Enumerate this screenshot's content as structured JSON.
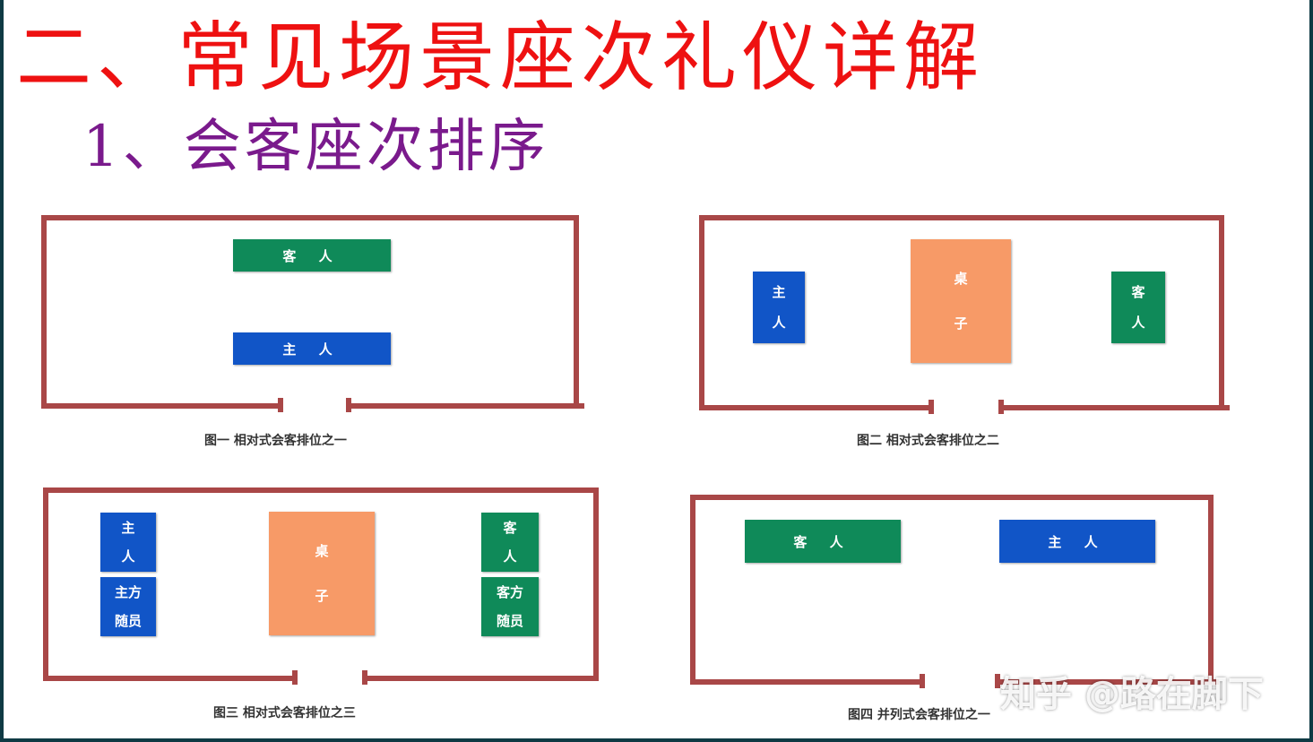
{
  "title": "二、常见场景座次礼仪详解",
  "subtitle": "1、会客座次排序",
  "labels": {
    "guest": "客 人",
    "host": "主 人",
    "table_char_1": "桌",
    "table_char_2": "子",
    "host_char_1": "主",
    "host_char_2": "人",
    "guest_char_1": "客",
    "guest_char_2": "人",
    "host_staff_1": "主方",
    "host_staff_2": "随员",
    "guest_staff_1": "客方",
    "guest_staff_2": "随员"
  },
  "captions": {
    "fig1": "图一  相对式会客排位之一",
    "fig2": "图二  相对式会客排位之二",
    "fig3": "图三  相对式会客排位之三",
    "fig4": "图四  并列式会客排位之一"
  },
  "watermark": "知乎 @路在脚下",
  "colors": {
    "title": "#ee1111",
    "subtitle": "#7a1a8c",
    "wall": "#a94747",
    "guest": "#0f8a59",
    "host": "#1155c7",
    "table": "#f79a67"
  }
}
